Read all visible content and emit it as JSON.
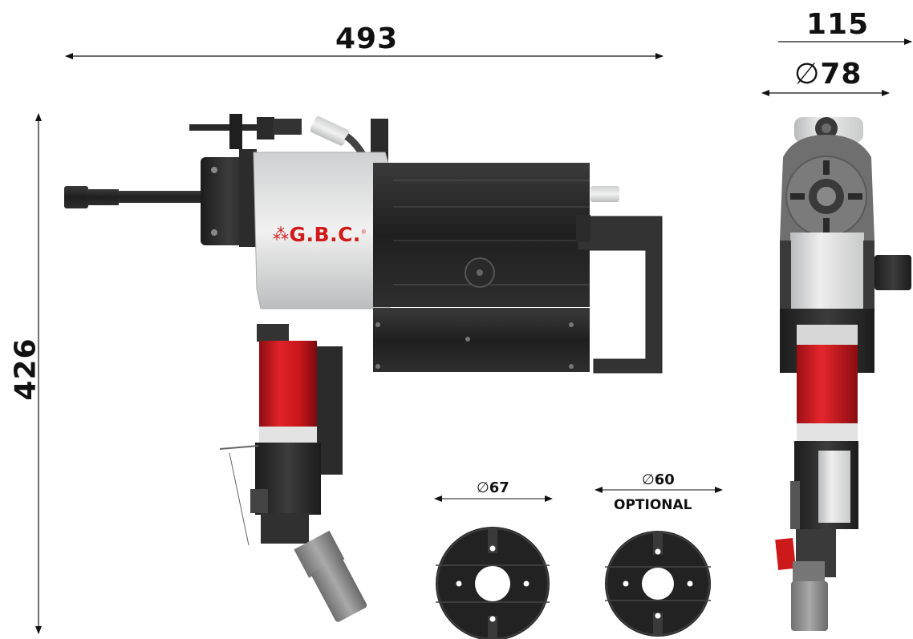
{
  "dimensions": {
    "overall_length": "493",
    "overall_height": "426",
    "side_width": "115",
    "side_diameter_symbol": "∅",
    "side_diameter": "78",
    "adapter_a_symbol": "∅",
    "adapter_a": "67",
    "adapter_b_symbol": "∅",
    "adapter_b": "60",
    "adapter_b_note": "OPTIONAL"
  },
  "brand": {
    "logo_text": "G.B.C.",
    "logo_mark": "⁂",
    "logo_reg": "®",
    "color": "#d11a1a"
  },
  "colors": {
    "motor_red": "#c8161b",
    "housing_grey": "#d9dadb",
    "body_dark": "#2b2b2b"
  }
}
